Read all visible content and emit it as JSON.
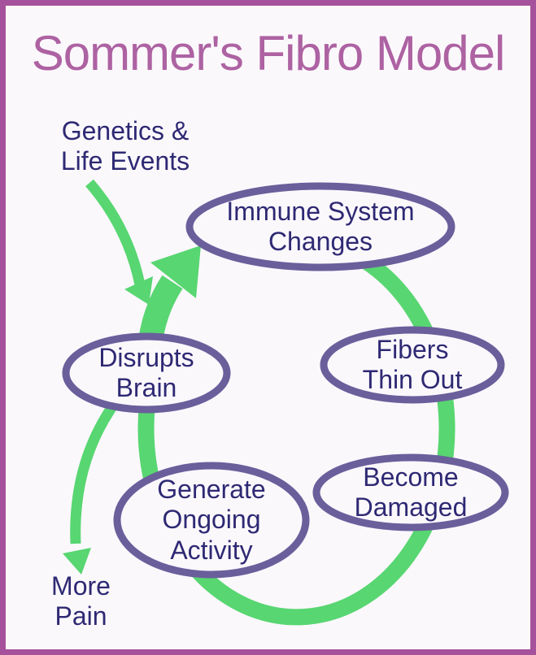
{
  "title": "Sommer's Fibro Model",
  "diagram": {
    "type": "cycle",
    "input_label": "Genetics &\nLife Events",
    "output_label": "More\nPain",
    "cycle_nodes": [
      {
        "id": "immune-system-changes",
        "label": "Immune System\nChanges"
      },
      {
        "id": "fibers-thin-out",
        "label": "Fibers\nThin Out"
      },
      {
        "id": "become-damaged",
        "label": "Become\nDamaged"
      },
      {
        "id": "generate-ongoing-activity",
        "label": "Generate\nOngoing\nActivity"
      },
      {
        "id": "disrupts-brain",
        "label": "Disrupts\nBrain"
      }
    ],
    "arrows": [
      {
        "id": "cycle-arrow",
        "from": "disrupts-brain",
        "to": "immune-system-changes"
      },
      {
        "id": "genetics-arrow",
        "from": "genetics-life-events",
        "to": "cycle"
      },
      {
        "id": "more-pain-arrow",
        "from": "disrupts-brain",
        "to": "more-pain"
      }
    ],
    "colors": {
      "background": "#fbf8fc",
      "page_border": "#a5519c",
      "title_text": "#ad62a2",
      "node_stroke": "#6a5f9b",
      "node_fill": "#fbf8fc",
      "node_text": "#2e2973",
      "arrow_green": "#58d671"
    }
  }
}
